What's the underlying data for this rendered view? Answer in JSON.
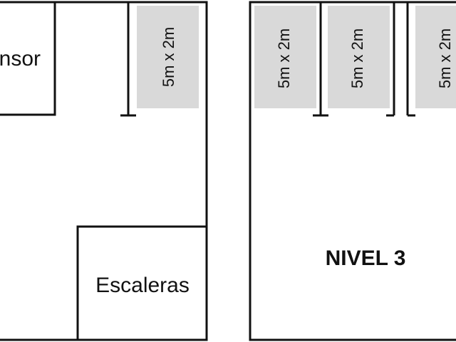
{
  "plan": {
    "rooms": {
      "elevator_label": "Ascensor",
      "stairs_label": "Escaleras"
    },
    "level_label": "NIVEL 3",
    "parking_slot_label": "5m x 2m",
    "slots": [
      {
        "dimension": "5m x 2m"
      },
      {
        "dimension": "5m x 2m"
      },
      {
        "dimension": "5m x 2m"
      },
      {
        "dimension": "5m x 2m"
      }
    ]
  },
  "colors": {
    "walls": "#111111",
    "parking_slot": "#d9d9d9",
    "background": "#ffffff"
  }
}
